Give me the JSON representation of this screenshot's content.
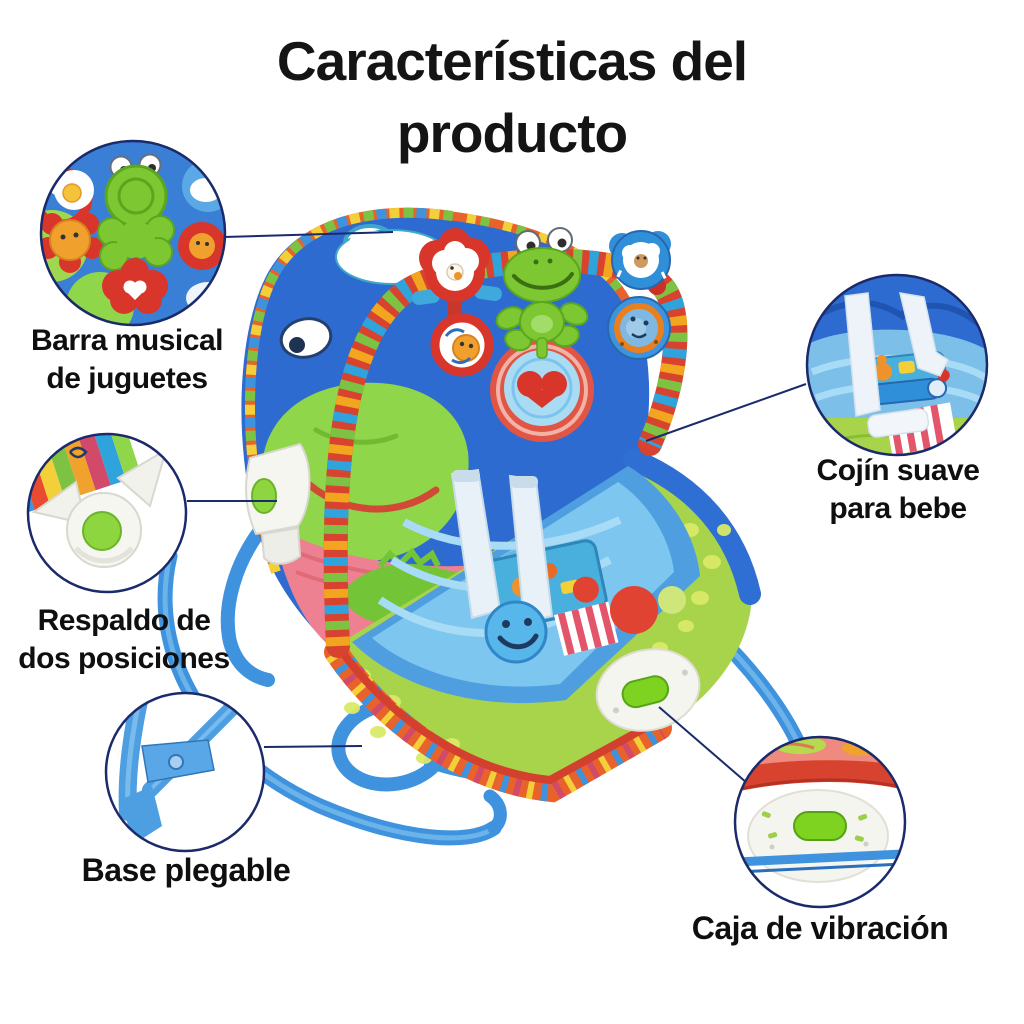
{
  "title": {
    "lines": [
      "Características del",
      "producto"
    ]
  },
  "callouts": [
    {
      "id": "toy-bar",
      "lines": [
        "Barra musical",
        "de juguetes"
      ]
    },
    {
      "id": "soft-cushion",
      "lines": [
        "Cojín suave",
        "para bebe"
      ]
    },
    {
      "id": "two-position-backrest",
      "lines": [
        "Respaldo de",
        "dos posiciones"
      ]
    },
    {
      "id": "foldable-base",
      "lines": [
        "Base plegable"
      ]
    },
    {
      "id": "vibration-box",
      "lines": [
        "Caja de vibración"
      ]
    }
  ],
  "colors": {
    "background": "#ffffff",
    "text": "#121212",
    "callout_outline": "#1b2a6b",
    "connector_line": "#1b2a6b",
    "frame_blue": "#3f93de",
    "backrest_blue": "#2e6bd1",
    "cushion_light_blue": "#7cc6f0",
    "seat_green": "#a7d44b",
    "band_pink": "#ee8191",
    "trim_orange": "#e8622b",
    "toy_red": "#d8362b",
    "frog_green": "#7dc832",
    "button_green": "#7ed321"
  }
}
